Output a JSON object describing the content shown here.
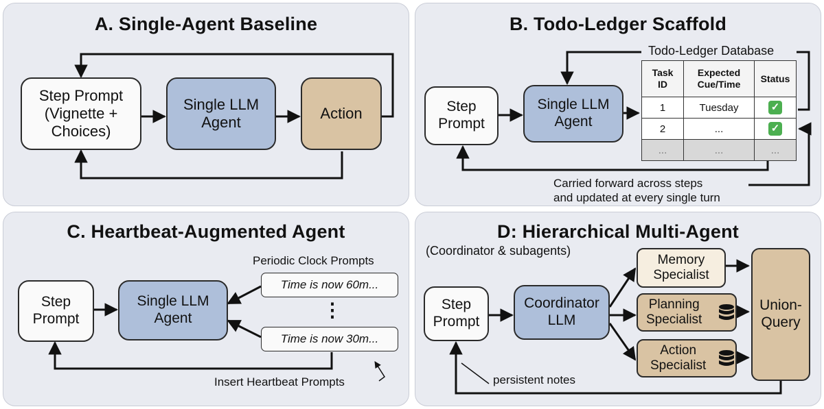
{
  "panel_a": {
    "title": "A. Single-Agent Baseline",
    "step_prompt": "Step Prompt\n(Vignette +\nChoices)",
    "agent": "Single LLM\nAgent",
    "action": "Action"
  },
  "panel_b": {
    "title": "B. Todo-Ledger Scaffold",
    "step_prompt": "Step\nPrompt",
    "agent": "Single LLM\nAgent",
    "db_label": "Todo-Ledger Database",
    "table": {
      "headers": [
        "Task\nID",
        "Expected\nCue/Time",
        "Status"
      ],
      "rows": [
        [
          "1",
          "Tuesday",
          "✓"
        ],
        [
          "2",
          "...",
          "✓"
        ],
        [
          "...",
          "...",
          "..."
        ]
      ]
    },
    "note_line1": "Carried forward across steps",
    "note_line2": "and updated at every single turn"
  },
  "panel_c": {
    "title": "C.  Heartbeat-Augmented Agent",
    "step_prompt": "Step\nPrompt",
    "agent": "Single LLM\nAgent",
    "clock_label": "Periodic Clock Prompts",
    "prompt_1": "Time is now 60m...",
    "prompt_2": "Time is now 30m...",
    "ellipsis": "⋮",
    "insert_label": "Insert Heartbeat Prompts"
  },
  "panel_d": {
    "title": "D: Hierarchical Multi-Agent",
    "subtitle": "(Coordinator & subagents)",
    "step_prompt": "Step\nPrompt",
    "coordinator": "Coordinator\nLLM",
    "memory": "Memory\nSpecialist",
    "planning": "Planning\nSpecialist",
    "action": "Action\nSpecialist",
    "union": "Union-\nQuery",
    "notes_label": "persistent notes"
  },
  "colors": {
    "panel_bg": "#e9ebf1",
    "agent_blue": "#aebfda",
    "action_tan": "#d9c3a3",
    "specialist_cream": "#f6eee0",
    "check_green": "#4caf50"
  }
}
